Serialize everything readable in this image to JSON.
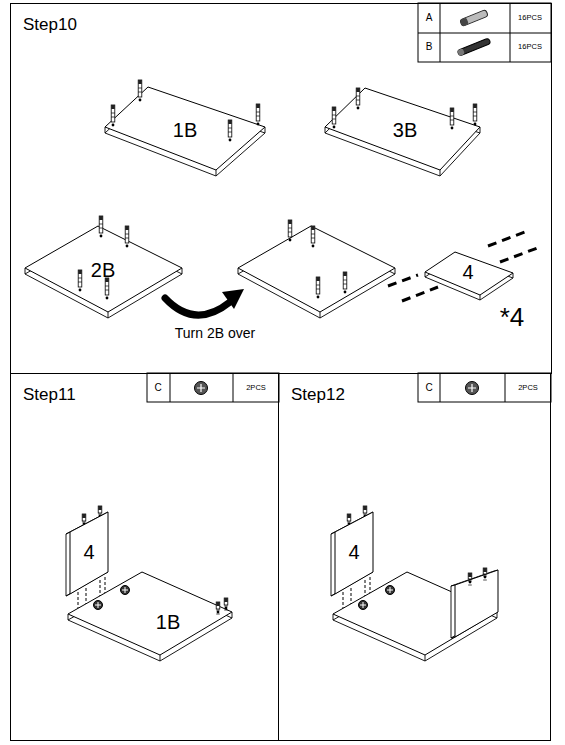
{
  "diagram": {
    "nodes": [
      {
        "text": [
          "Step10"
        ]
      },
      {
        "text": [
          "1B"
        ],
        "in": 0
      },
      {
        "text": [
          "3B"
        ],
        "in": 0
      },
      {
        "text": [
          "2B"
        ],
        "in": 0
      },
      {
        "text": [
          "4"
        ],
        "in": 0
      },
      {
        "text": [
          "Step11"
        ]
      },
      {
        "text": [
          "4"
        ],
        "in": 5
      },
      {
        "text": [
          "1B"
        ],
        "in": 5
      },
      {
        "text": [
          "Step12"
        ]
      },
      {
        "text": [
          "4"
        ],
        "in": 8
      }
    ],
    "labels": [
      "A",
      "16PCS",
      "B",
      "16PCS",
      "Turn 2B over",
      "*4",
      "C",
      "2PCS",
      "C",
      "2PCS"
    ]
  }
}
